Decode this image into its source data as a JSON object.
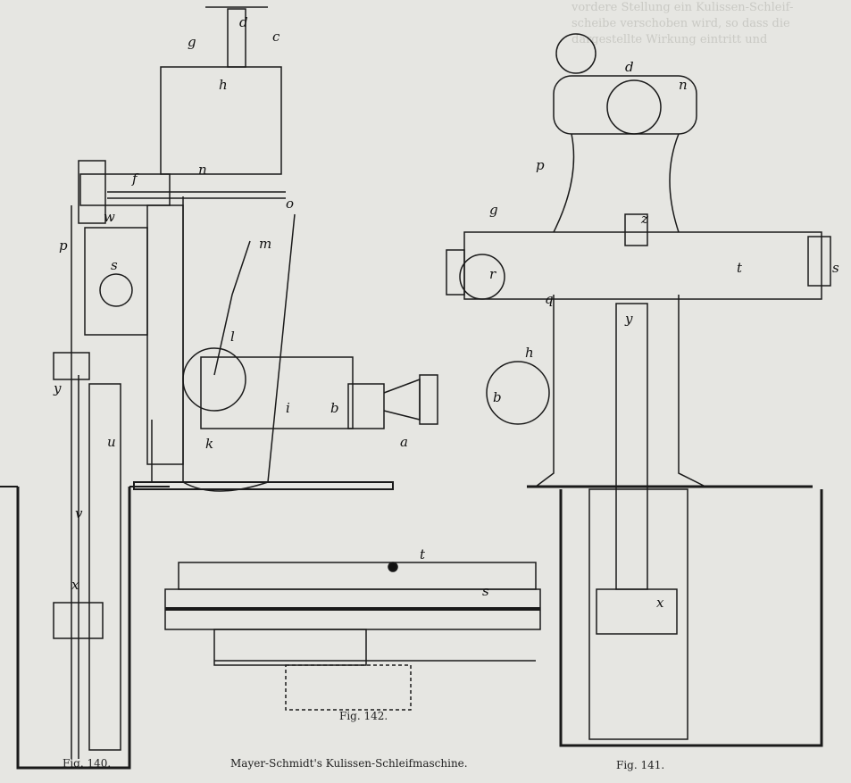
{
  "captions": {
    "fig140": "Fig. 140.",
    "fig141": "Fig. 141.",
    "fig142": "Fig. 142.",
    "title": "Mayer-Schmidt's Kulissen-Schleifmaschine."
  },
  "labels": {
    "fig140": [
      "d",
      "c",
      "g",
      "h",
      "f",
      "n",
      "o",
      "w",
      "p",
      "s",
      "m",
      "l",
      "i",
      "b",
      "a",
      "k",
      "y",
      "u",
      "x",
      "v"
    ],
    "fig141": [
      "d",
      "n",
      "p",
      "z",
      "t",
      "r",
      "q",
      "y",
      "h",
      "b",
      "s",
      "x",
      "g"
    ],
    "fig142": [
      "t",
      "s"
    ]
  }
}
